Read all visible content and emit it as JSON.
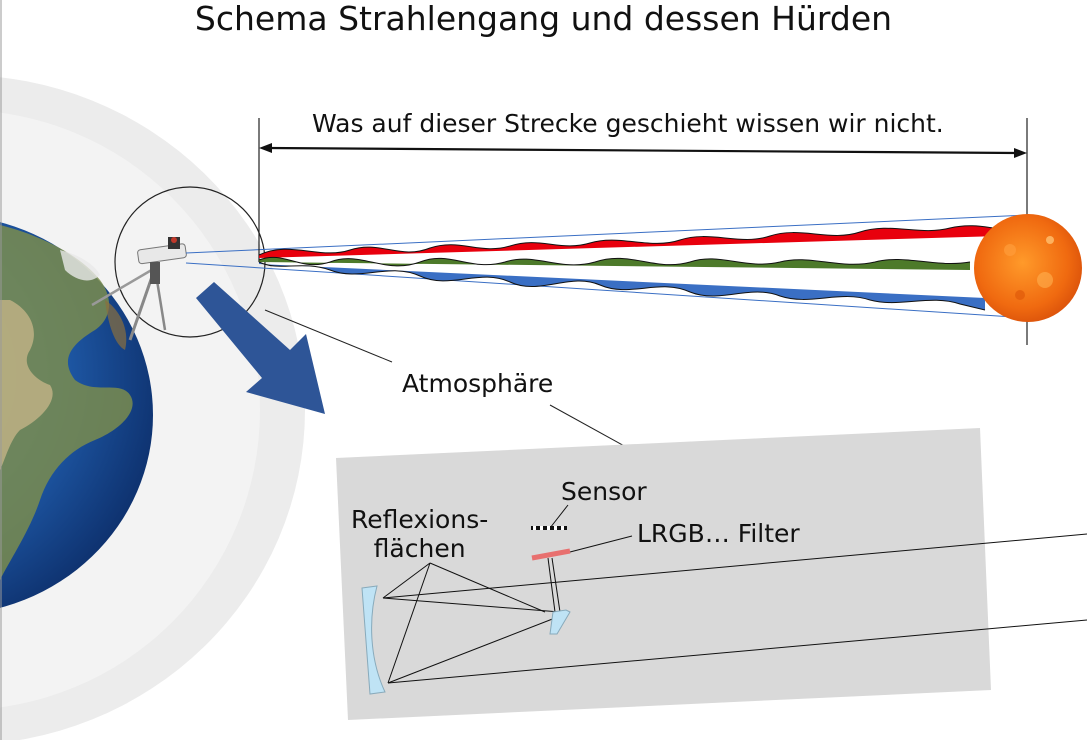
{
  "title": "Schema Strahlengang und dessen Hürden",
  "labels": {
    "unknown_path": "Was auf dieser Strecke geschieht wissen wir nicht.",
    "atmosphere": "Atmosphäre",
    "sensor": "Sensor",
    "filter": "LRGB… Filter",
    "reflection_line1": "Reflexions-",
    "reflection_line2": "flächen"
  },
  "colors": {
    "red_wave": "#e8000d",
    "green_wave": "#4d7a2a",
    "blue_wave": "#3a6fc4",
    "arrow": "#2e5597",
    "inset_panel": "#d9d9d9",
    "mirror": "#bfe3f5",
    "filter": "#e8706f",
    "sun": "#f06a10"
  },
  "icons": [
    "earth-icon",
    "telescope-icon",
    "sun-icon",
    "arrow-icon",
    "mirror-icon",
    "sensor-icon"
  ]
}
